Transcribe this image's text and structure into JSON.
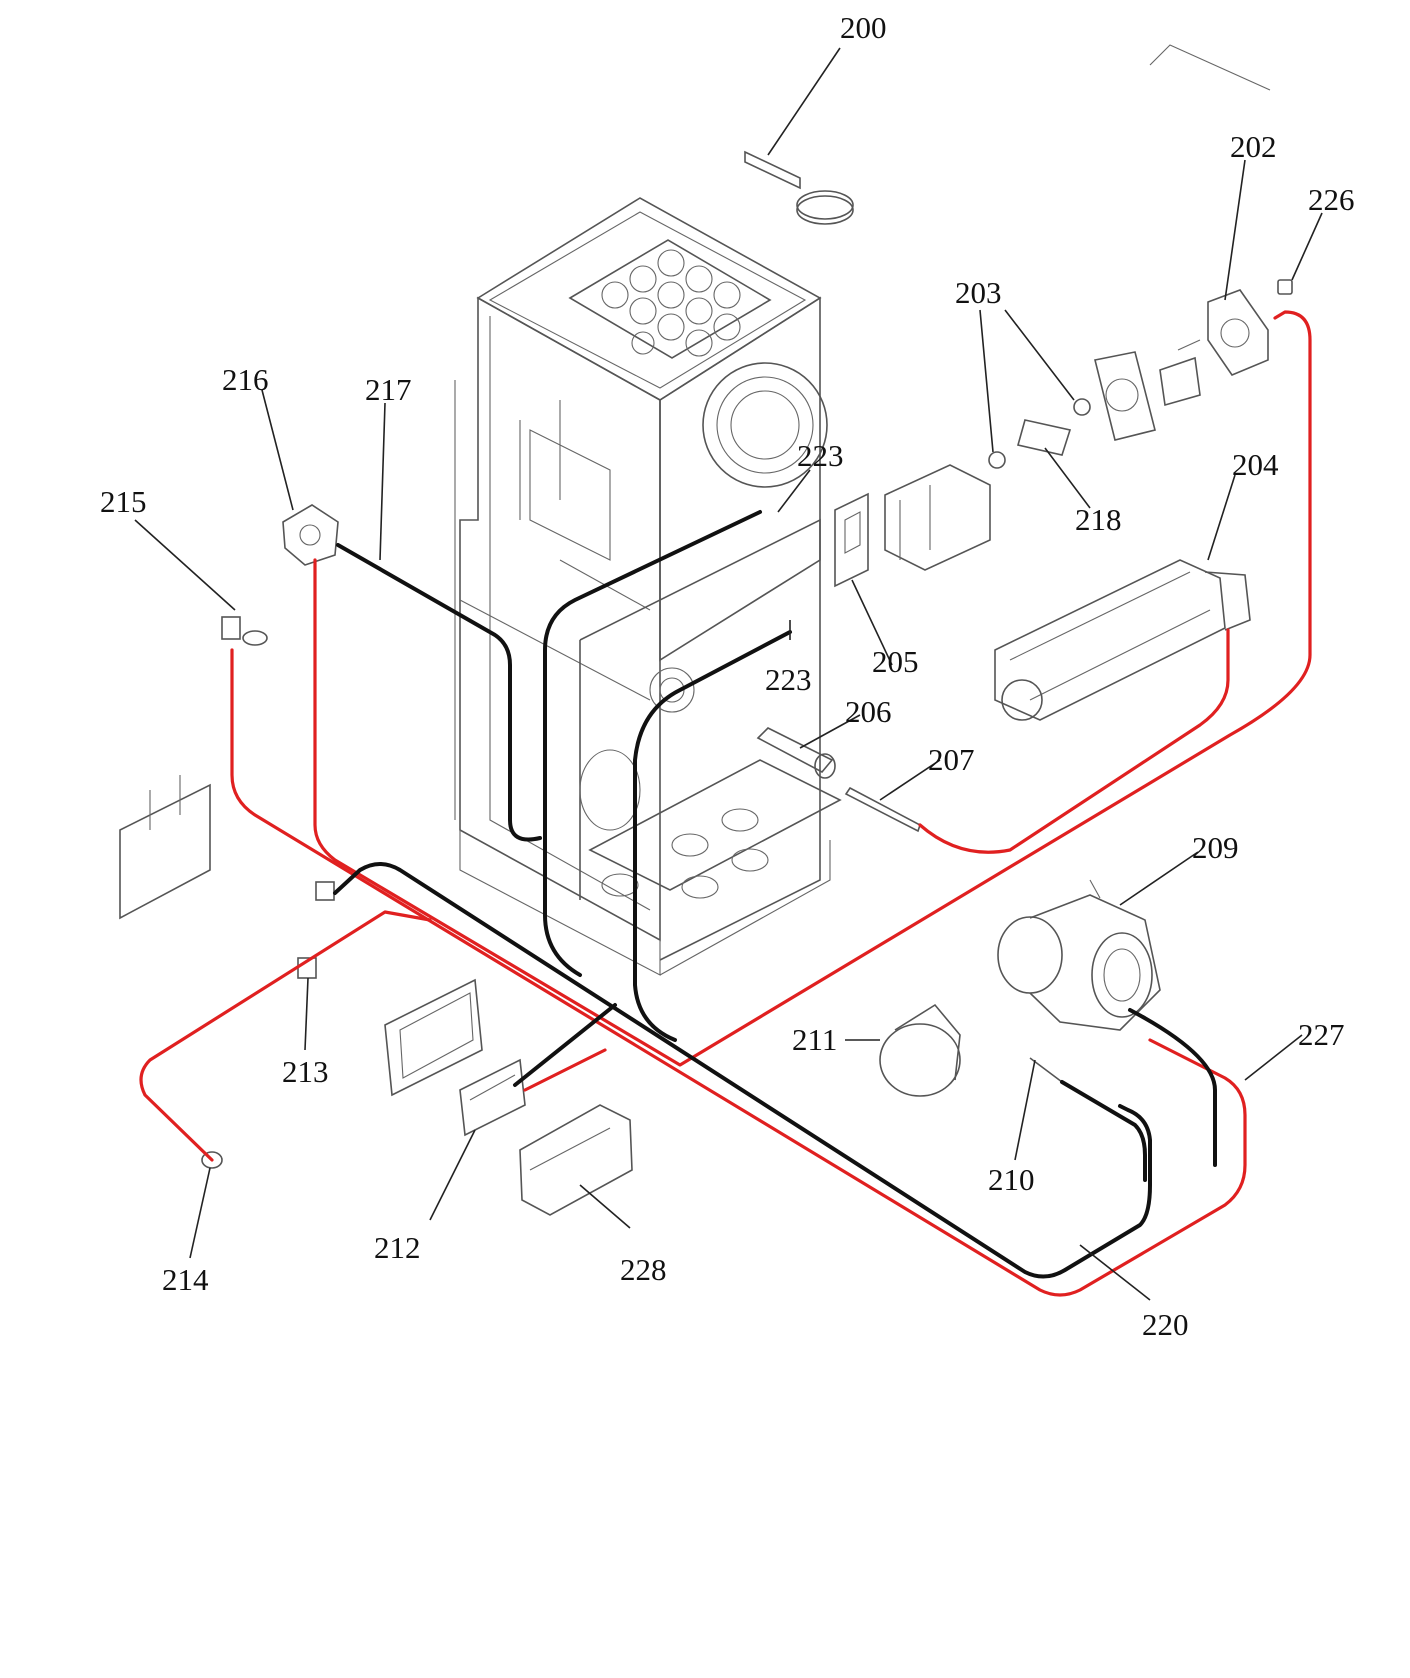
{
  "colors": {
    "red_wire": "#e02020",
    "black_wire": "#111111",
    "part_outline": "#555555",
    "background": "#ffffff"
  },
  "callouts": {
    "c200": "200",
    "c202": "202",
    "c226": "226",
    "c203": "203",
    "c216": "216",
    "c217": "217",
    "c215": "215",
    "c223a": "223",
    "c218": "218",
    "c204": "204",
    "c223b": "223",
    "c205": "205",
    "c206": "206",
    "c207": "207",
    "c209": "209",
    "c227": "227",
    "c211": "211",
    "c213": "213",
    "c210": "210",
    "c212": "212",
    "c228": "228",
    "c214": "214",
    "c220": "220"
  }
}
